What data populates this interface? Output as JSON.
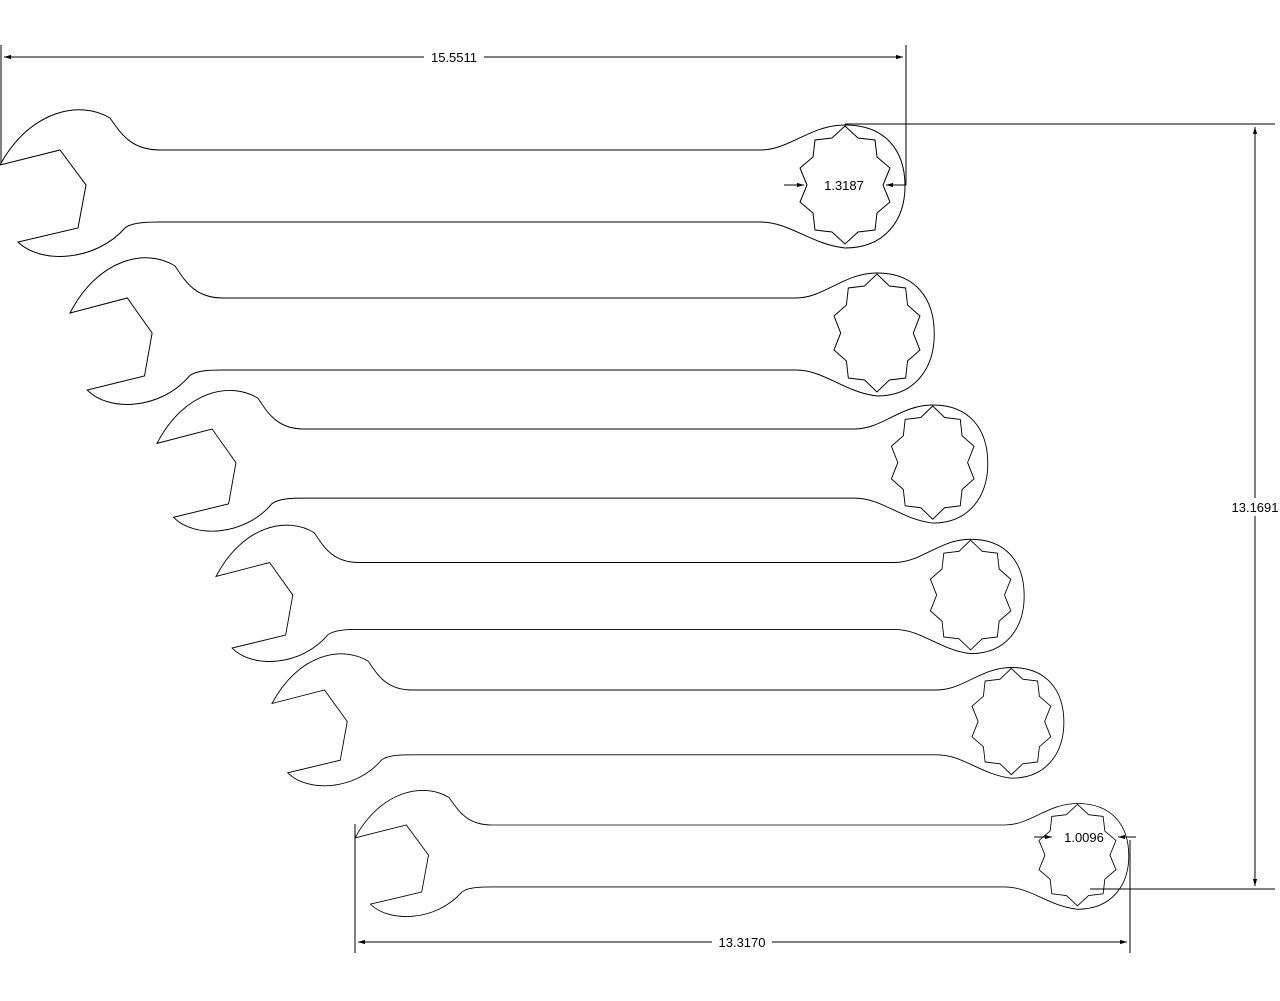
{
  "drawing": {
    "line_color": "#000000",
    "background": "#ffffff",
    "wrench_count": 6,
    "dimensions": {
      "overall_length_top": "15.5511",
      "ring_size_top": "1.3187",
      "overall_height": "13.1691",
      "ring_size_bottom": "1.0096",
      "overall_length_bottom": "13.3170"
    }
  }
}
